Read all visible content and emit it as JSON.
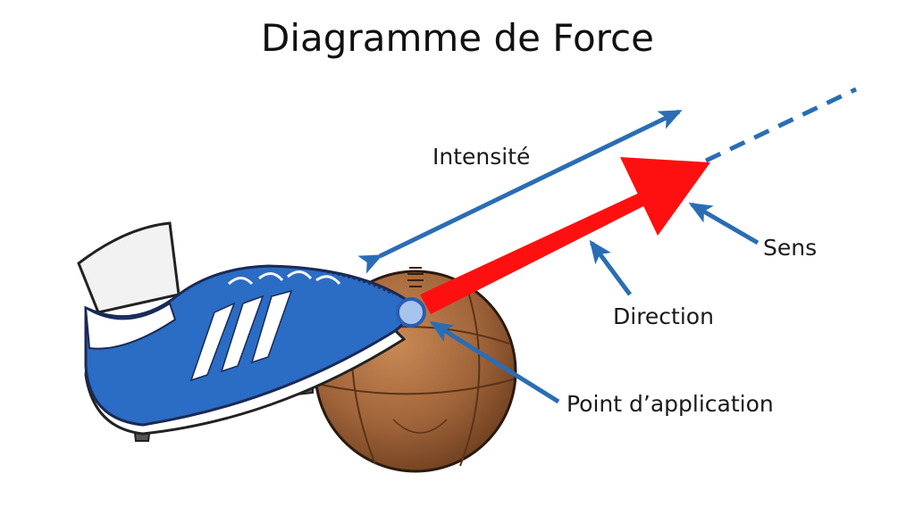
{
  "title": "Diagramme de Force",
  "labels": {
    "intensite": "Intensité",
    "sens": "Sens",
    "direction": "Direction",
    "point_application": "Point d’application"
  },
  "colors": {
    "force_arrow": "#ff1010",
    "annotation_blue": "#2a6db5",
    "shoe_blue": "#2b6cc4",
    "ball_brown": "#a0643a",
    "application_point": "#a9c4ec"
  },
  "icons": [
    "soccer-cleat",
    "leather-football",
    "force-vector-arrow"
  ]
}
